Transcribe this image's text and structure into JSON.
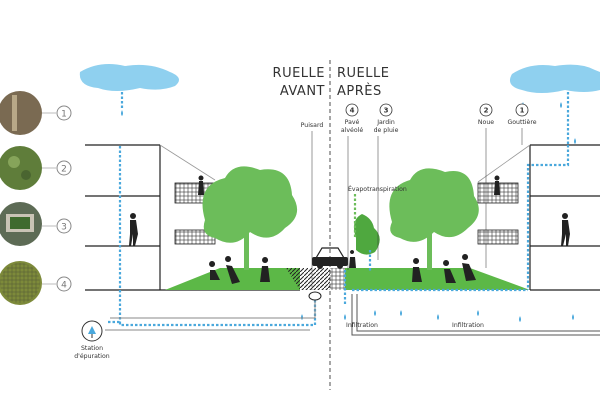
{
  "titles": {
    "before_line1": "RUELLE",
    "before_line2": "AVANT",
    "after_line1": "RUELLE",
    "after_line2": "APRÈS"
  },
  "legend": {
    "items": [
      {
        "number": "1",
        "photo": "downspout-photo"
      },
      {
        "number": "2",
        "photo": "swale-photo"
      },
      {
        "number": "3",
        "photo": "rain-garden-photo"
      },
      {
        "number": "4",
        "photo": "permeable-paver-photo"
      }
    ]
  },
  "labels": {
    "puisard": "Puisard",
    "pave_num": "4",
    "pave_line1": "Pavé",
    "pave_line2": "alvéolé",
    "jardin_num": "3",
    "jardin_line1": "Jardin",
    "jardin_line2": "de pluie",
    "noue_num": "2",
    "noue": "Noue",
    "gouttiere_num": "1",
    "gouttiere": "Gouttière",
    "evapotranspiration": "Évapotranspiration",
    "infiltration_left": "Infiltration",
    "infiltration_right": "Infiltration",
    "station_line1": "Station",
    "station_line2": "d'épuration"
  },
  "colors": {
    "water": "#4aa8dc",
    "cloud": "#8fd0ef",
    "grass": "#5cb847",
    "tree": "#6cbd5a",
    "building": "#222222",
    "pipe": "#444444"
  }
}
